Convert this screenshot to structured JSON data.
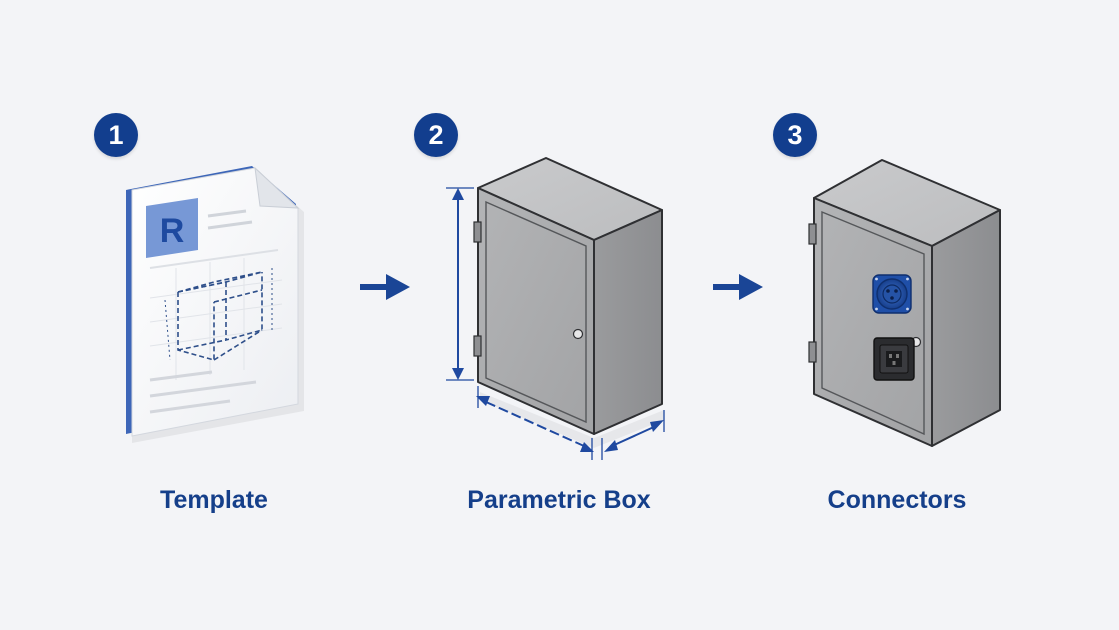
{
  "steps": [
    {
      "number": "1",
      "label": "Template",
      "icon": "revit-template-document-icon"
    },
    {
      "number": "2",
      "label": "Parametric Box",
      "icon": "parametric-enclosure-icon"
    },
    {
      "number": "3",
      "label": "Connectors",
      "icon": "enclosure-with-connectors-icon"
    }
  ],
  "template_logo_letter": "R",
  "colors": {
    "accent": "#123e8e",
    "label": "#153f8a",
    "background": "#f3f4f7",
    "enclosure": "#a8a9ab",
    "connector_blue": "#1f4fa8"
  }
}
